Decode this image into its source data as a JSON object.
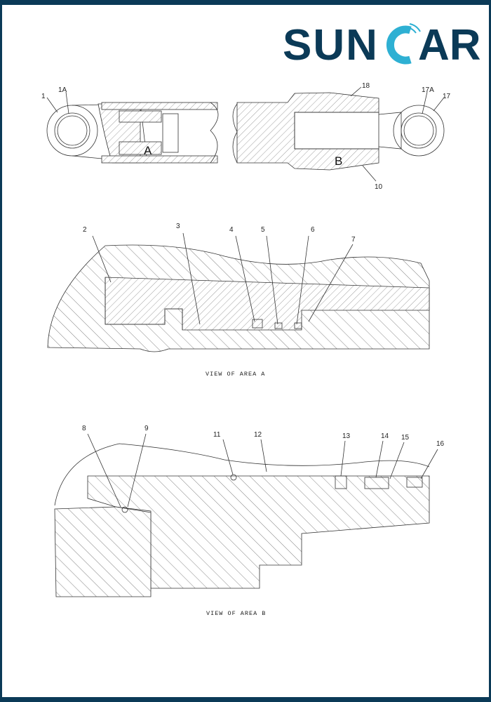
{
  "logo": {
    "text": "SUNCAR",
    "colors": {
      "primary": "#0b3a57",
      "accent": "#2eb0d3"
    }
  },
  "overview": {
    "callouts": [
      "1",
      "1A",
      "18",
      "17A",
      "17",
      "10"
    ],
    "area_markers": [
      "A",
      "B"
    ]
  },
  "view_a": {
    "callouts": [
      "2",
      "3",
      "4",
      "5",
      "6",
      "7"
    ],
    "caption": "VIEW OF AREA A"
  },
  "view_b": {
    "callouts": [
      "8",
      "9",
      "11",
      "12",
      "13",
      "14",
      "15",
      "16"
    ],
    "caption": "VIEW OF AREA B"
  }
}
